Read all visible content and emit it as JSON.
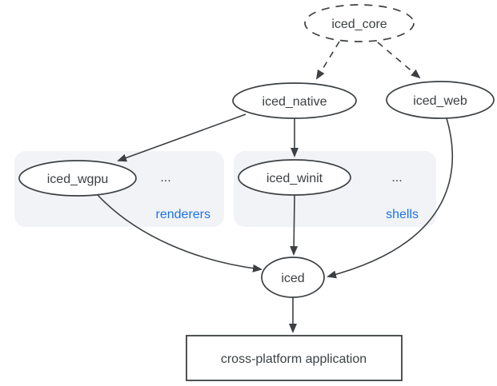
{
  "colors": {
    "stroke": "#3c4043",
    "text": "#3c4043",
    "group_fill": "#f2f3f6",
    "group_label": "#1a73e8",
    "background": "#ffffff"
  },
  "diagram": {
    "nodes": {
      "iced_core": "iced_core",
      "iced_native": "iced_native",
      "iced_web": "iced_web",
      "iced_wgpu": "iced_wgpu",
      "iced_winit": "iced_winit",
      "iced": "iced",
      "app": "cross-platform application"
    },
    "groups": {
      "renderers": {
        "label": "renderers",
        "more": "..."
      },
      "shells": {
        "label": "shells",
        "more": "..."
      }
    },
    "edges": [
      {
        "from": "iced_core",
        "to": "iced_native",
        "style": "dashed"
      },
      {
        "from": "iced_core",
        "to": "iced_web",
        "style": "dashed"
      },
      {
        "from": "iced_native",
        "to": "iced_wgpu",
        "style": "solid"
      },
      {
        "from": "iced_native",
        "to": "iced_winit",
        "style": "solid"
      },
      {
        "from": "iced_wgpu",
        "to": "iced",
        "style": "solid"
      },
      {
        "from": "iced_winit",
        "to": "iced",
        "style": "solid"
      },
      {
        "from": "iced_web",
        "to": "iced",
        "style": "solid"
      },
      {
        "from": "iced",
        "to": "app",
        "style": "solid"
      }
    ]
  }
}
